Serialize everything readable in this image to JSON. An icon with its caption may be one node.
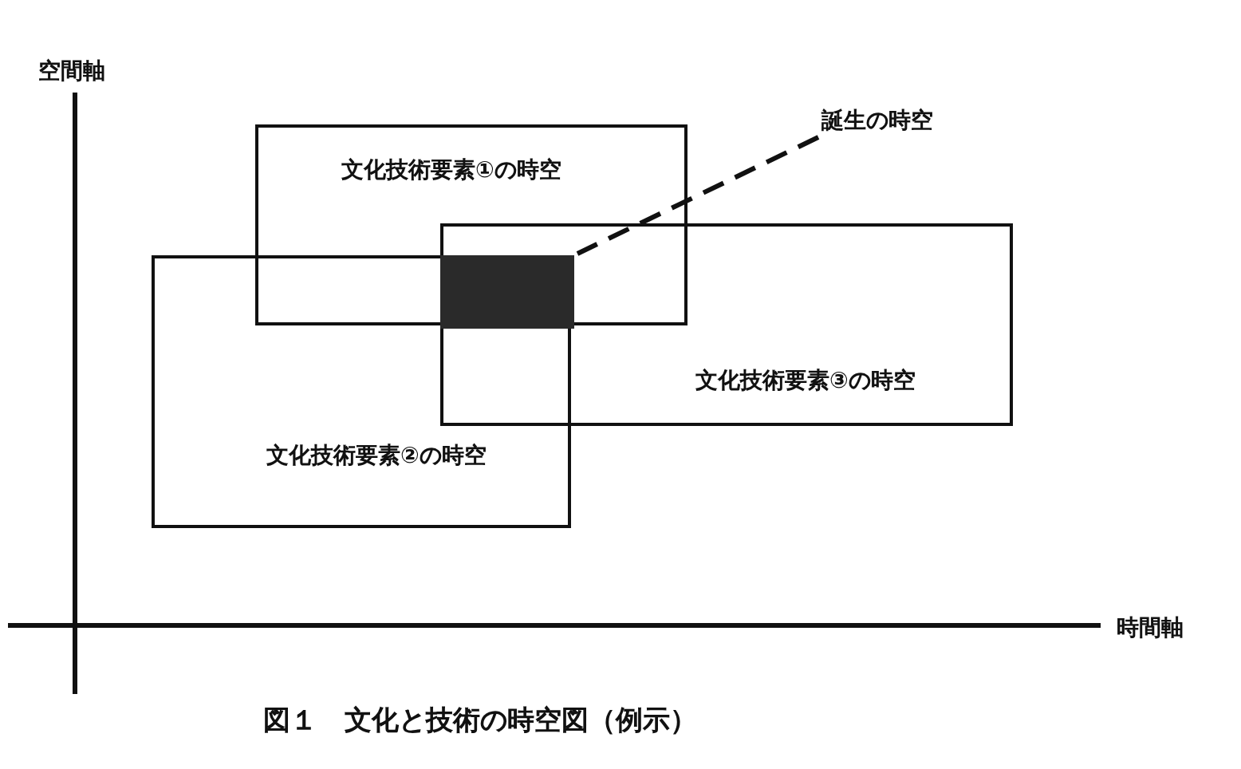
{
  "diagram": {
    "caption": "図１　文化と技術の時空図（例示）",
    "nodes": [
      {
        "text": [
          "文化技術要素①の時空"
        ]
      },
      {
        "text": [
          "文化技術要素②の時空"
        ]
      },
      {
        "text": [
          "文化技術要素③の時空"
        ]
      },
      {
        "text": [
          "誕生の時空"
        ]
      },
      {
        "text": [],
        "shape": "box"
      }
    ],
    "edges": [
      {
        "from": 3,
        "to": 4,
        "arrow": "none",
        "style": "dashed"
      }
    ],
    "labels": [
      "空間軸",
      "時間軸"
    ]
  }
}
